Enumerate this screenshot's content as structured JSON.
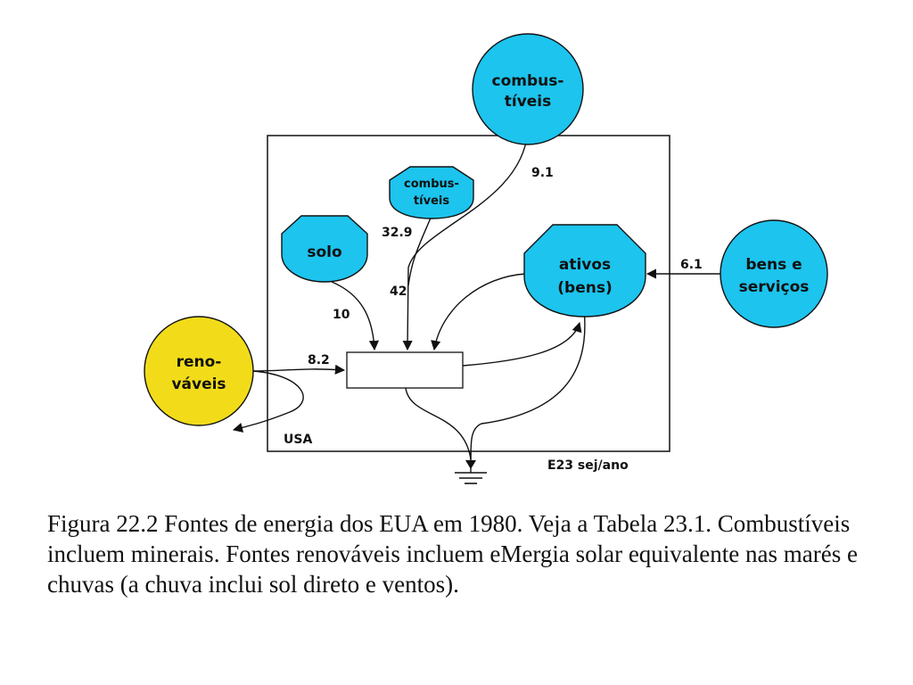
{
  "diagram": {
    "nodes": {
      "combustiveis_external": {
        "line1": "combus-",
        "line2": "tíveis"
      },
      "combustiveis_internal": {
        "line1": "combus-",
        "line2": "tíveis"
      },
      "solo": {
        "label": "solo"
      },
      "ativos": {
        "line1": "ativos",
        "line2": "(bens)"
      },
      "bens_servicos": {
        "line1": "bens e",
        "line2": "serviços"
      },
      "renovaveis": {
        "line1": "reno-",
        "line2": "váveis"
      }
    },
    "flows": {
      "combustiveis_import": "9.1",
      "combustiveis_domestic": "32.9",
      "combustiveis_total": "42",
      "solo": "10",
      "renovaveis": "8.2",
      "bens_servicos": "6.1"
    },
    "system_label": "USA",
    "units_label": "E23 sej/ano",
    "colors": {
      "source_fill": "#1cc4ee",
      "renewable_fill": "#f2dc1a"
    }
  },
  "caption": "Figura 22.2 Fontes de energia dos EUA em 1980. Veja a Tabela 23.1. Combustíveis incluem minerais. Fontes renováveis incluem eMergia solar equivalente nas marés e chuvas (a chuva inclui sol direto e ventos)."
}
